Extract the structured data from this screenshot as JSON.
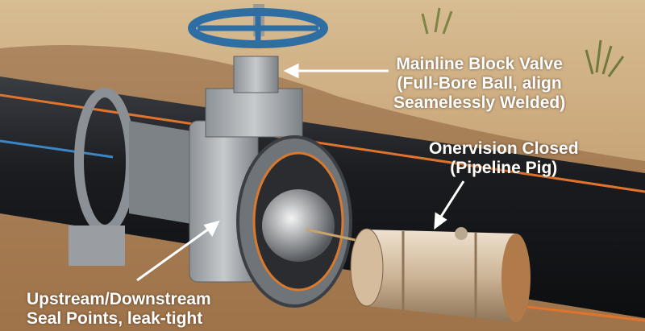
{
  "labels": {
    "valve": [
      "Mainline Block Valve",
      "(Full-Bore Ball, align",
      "Seamelessly Welded)"
    ],
    "pig": [
      "Onervision Closed",
      "(Pipeline Pig)"
    ],
    "seal": [
      "Upstream/Downstream",
      "Seal Points, leak-tight"
    ]
  },
  "colors": {
    "soil": "#c9a77c",
    "pipe": "#1c1e22",
    "pipe_stripe_orange": "#e0742c",
    "pipe_stripe_blue": "#3b86c4",
    "valve_body": "#a9adb1",
    "handwheel": "#2f6ea3",
    "pig_body": "#d8c4a8",
    "seal_ring": "#d9792e"
  }
}
